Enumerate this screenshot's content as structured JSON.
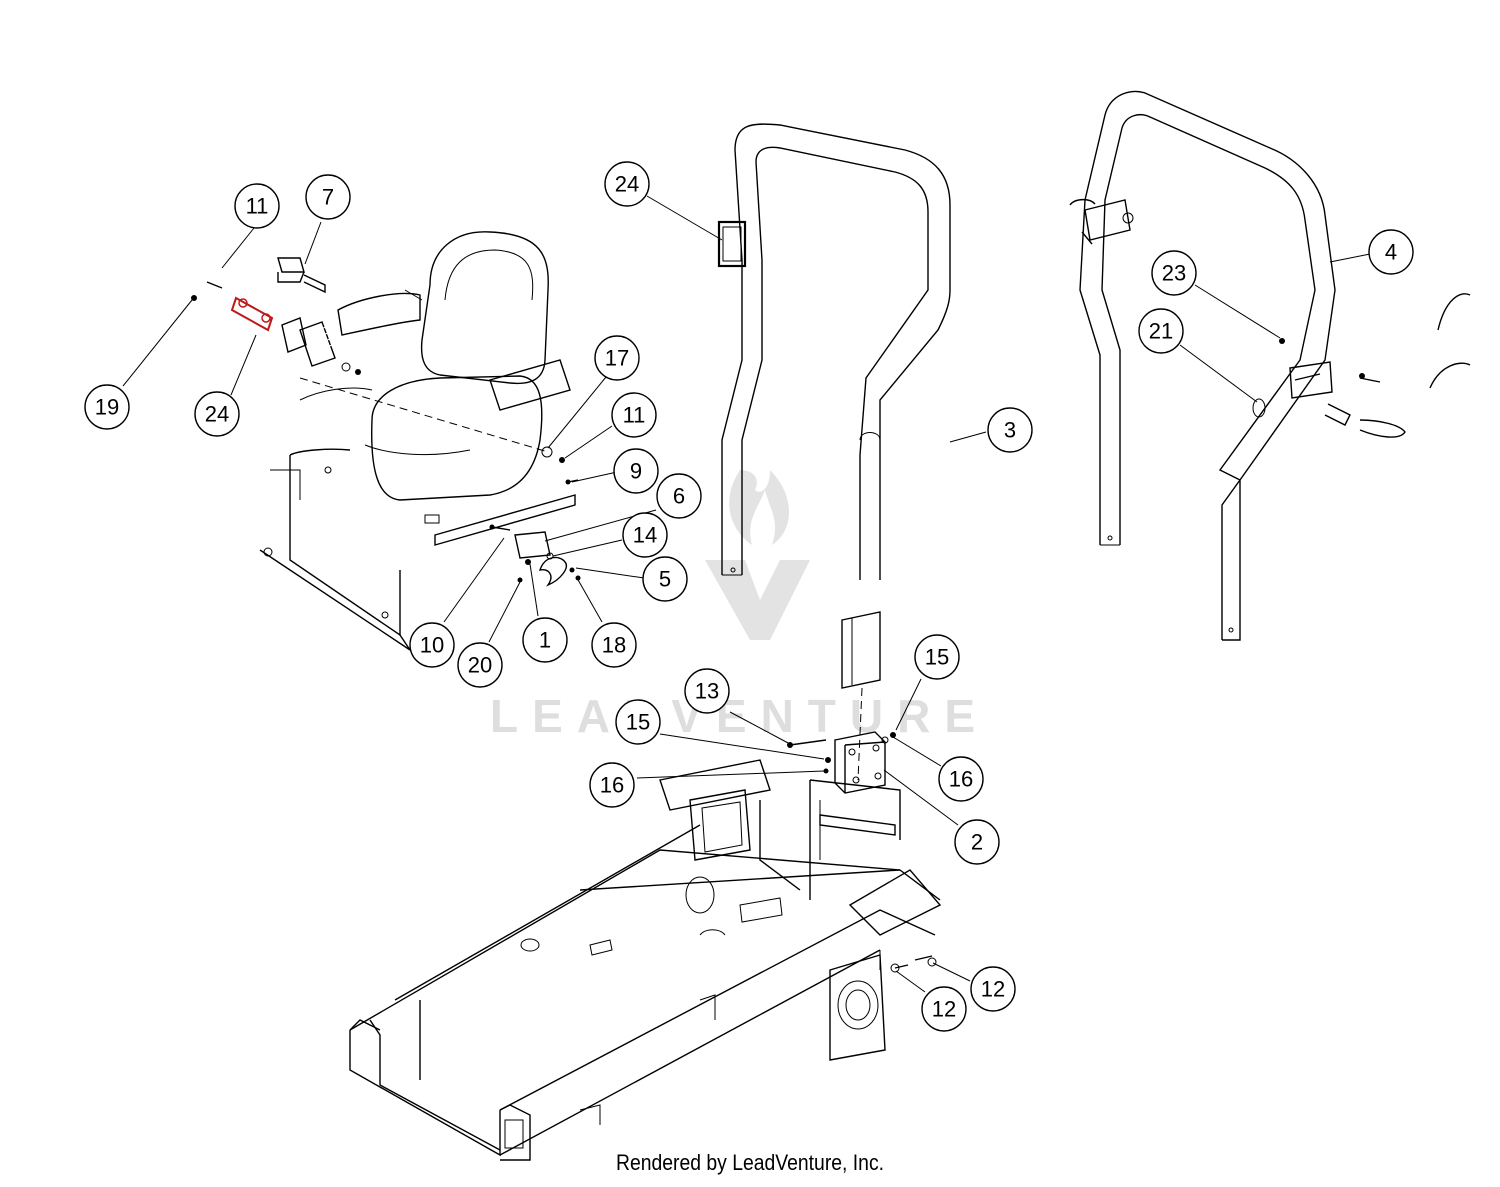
{
  "watermark": "LEADVENTURE",
  "footer": "Rendered by LeadVenture, Inc.",
  "callouts": {
    "c24_roll": "24",
    "c3": "3",
    "c4": "4",
    "c23": "23",
    "c21": "21",
    "c11_top": "11",
    "c7": "7",
    "c19": "19",
    "c24_seat": "24",
    "c17": "17",
    "c11_mid": "11",
    "c9": "9",
    "c6": "6",
    "c14": "14",
    "c5": "5",
    "c10": "10",
    "c20": "20",
    "c1": "1",
    "c18": "18",
    "c13": "13",
    "c15_left": "15",
    "c15_right": "15",
    "c16_left": "16",
    "c16_right": "16",
    "c2": "2",
    "c12_right": "12",
    "c12_left": "12"
  }
}
